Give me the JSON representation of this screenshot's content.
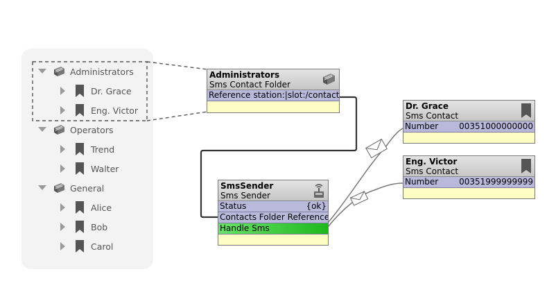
{
  "tree": {
    "groups": [
      {
        "label": "Administrators",
        "children": [
          "Dr. Grace",
          "Eng. Victor"
        ]
      },
      {
        "label": "Operators",
        "children": [
          "Trend",
          "Walter"
        ]
      },
      {
        "label": "General",
        "children": [
          "Alice",
          "Bob",
          "Carol"
        ]
      }
    ]
  },
  "nodes": {
    "administrators": {
      "title": "Administrators",
      "subtitle": "Sms Contact Folder",
      "slots": [
        {
          "name": "Reference",
          "value": "station:|slot:/contact"
        }
      ]
    },
    "smssender": {
      "title": "SmsSender",
      "subtitle": "Sms Sender",
      "slots": [
        {
          "name": "Status",
          "value": "{ok}"
        },
        {
          "name": "Contacts Folder Reference",
          "value": ""
        },
        {
          "name": "Handle Sms",
          "value": ""
        }
      ]
    },
    "grace": {
      "title": "Dr. Grace",
      "subtitle": "Sms Contact",
      "slots": [
        {
          "name": "Number",
          "value": "00351000000000"
        }
      ]
    },
    "victor": {
      "title": "Eng. Victor",
      "subtitle": "Sms Contact",
      "slots": [
        {
          "name": "Number",
          "value": "00351999999999"
        }
      ]
    }
  },
  "colors": {
    "node_body": "#fdfdc4",
    "slot": "#b9b9dc",
    "handle_slot": "#1db81d",
    "panel": "#f3f3f3"
  },
  "icons": [
    "expand-arrow-icon",
    "collapse-arrow-icon",
    "contact-folder-icon",
    "bookmark-icon",
    "sms-sender-icon",
    "envelope-icon"
  ]
}
